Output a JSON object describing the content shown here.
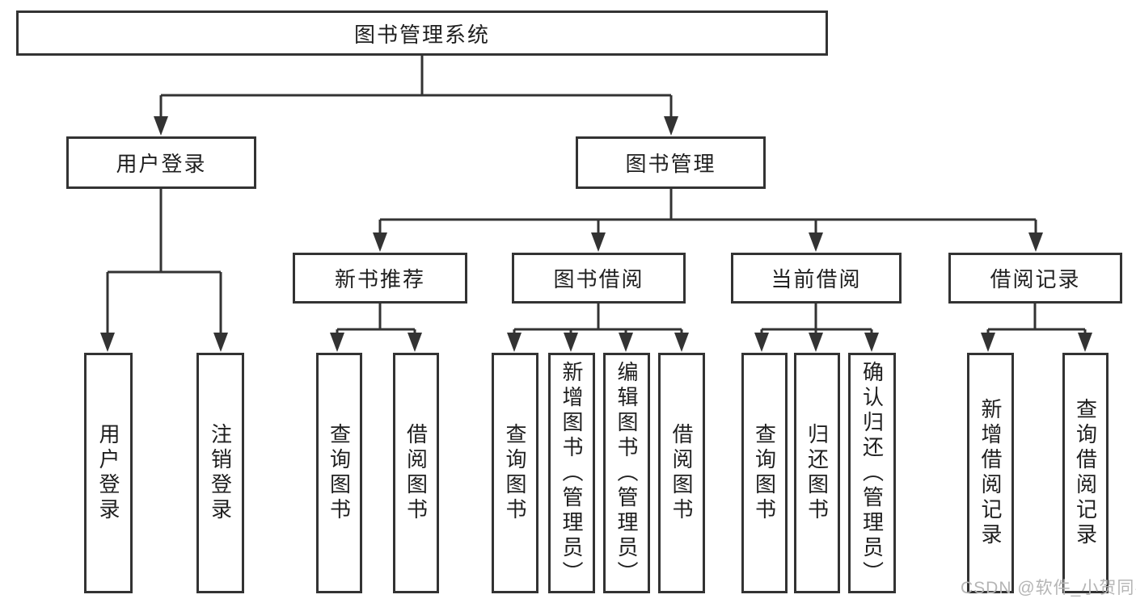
{
  "diagram": {
    "root": {
      "label": "图书管理系统"
    },
    "children": [
      {
        "label": "用户登录",
        "children": [
          {
            "label": "用户登录"
          },
          {
            "label": "注销登录"
          }
        ]
      },
      {
        "label": "图书管理",
        "children": [
          {
            "label": "新书推荐",
            "children": [
              {
                "label": "查询图书"
              },
              {
                "label": "借阅图书"
              }
            ]
          },
          {
            "label": "图书借阅",
            "children": [
              {
                "label": "查询图书"
              },
              {
                "label": "新增图书（管理员）"
              },
              {
                "label": "编辑图书（管理员）"
              },
              {
                "label": "借阅图书"
              }
            ]
          },
          {
            "label": "当前借阅",
            "children": [
              {
                "label": "查询图书"
              },
              {
                "label": "归还图书"
              },
              {
                "label": "确认归还（管理员）"
              }
            ]
          },
          {
            "label": "借阅记录",
            "children": [
              {
                "label": "新增借阅记录"
              },
              {
                "label": "查询借阅记录"
              }
            ]
          }
        ]
      }
    ]
  },
  "watermark": {
    "text": "CSDN @软件_小贺同学"
  },
  "colors": {
    "line": "#333333",
    "box_border": "#333333",
    "text": "#1f1f1f",
    "watermark": "#b5b5b5",
    "background": "#ffffff"
  }
}
